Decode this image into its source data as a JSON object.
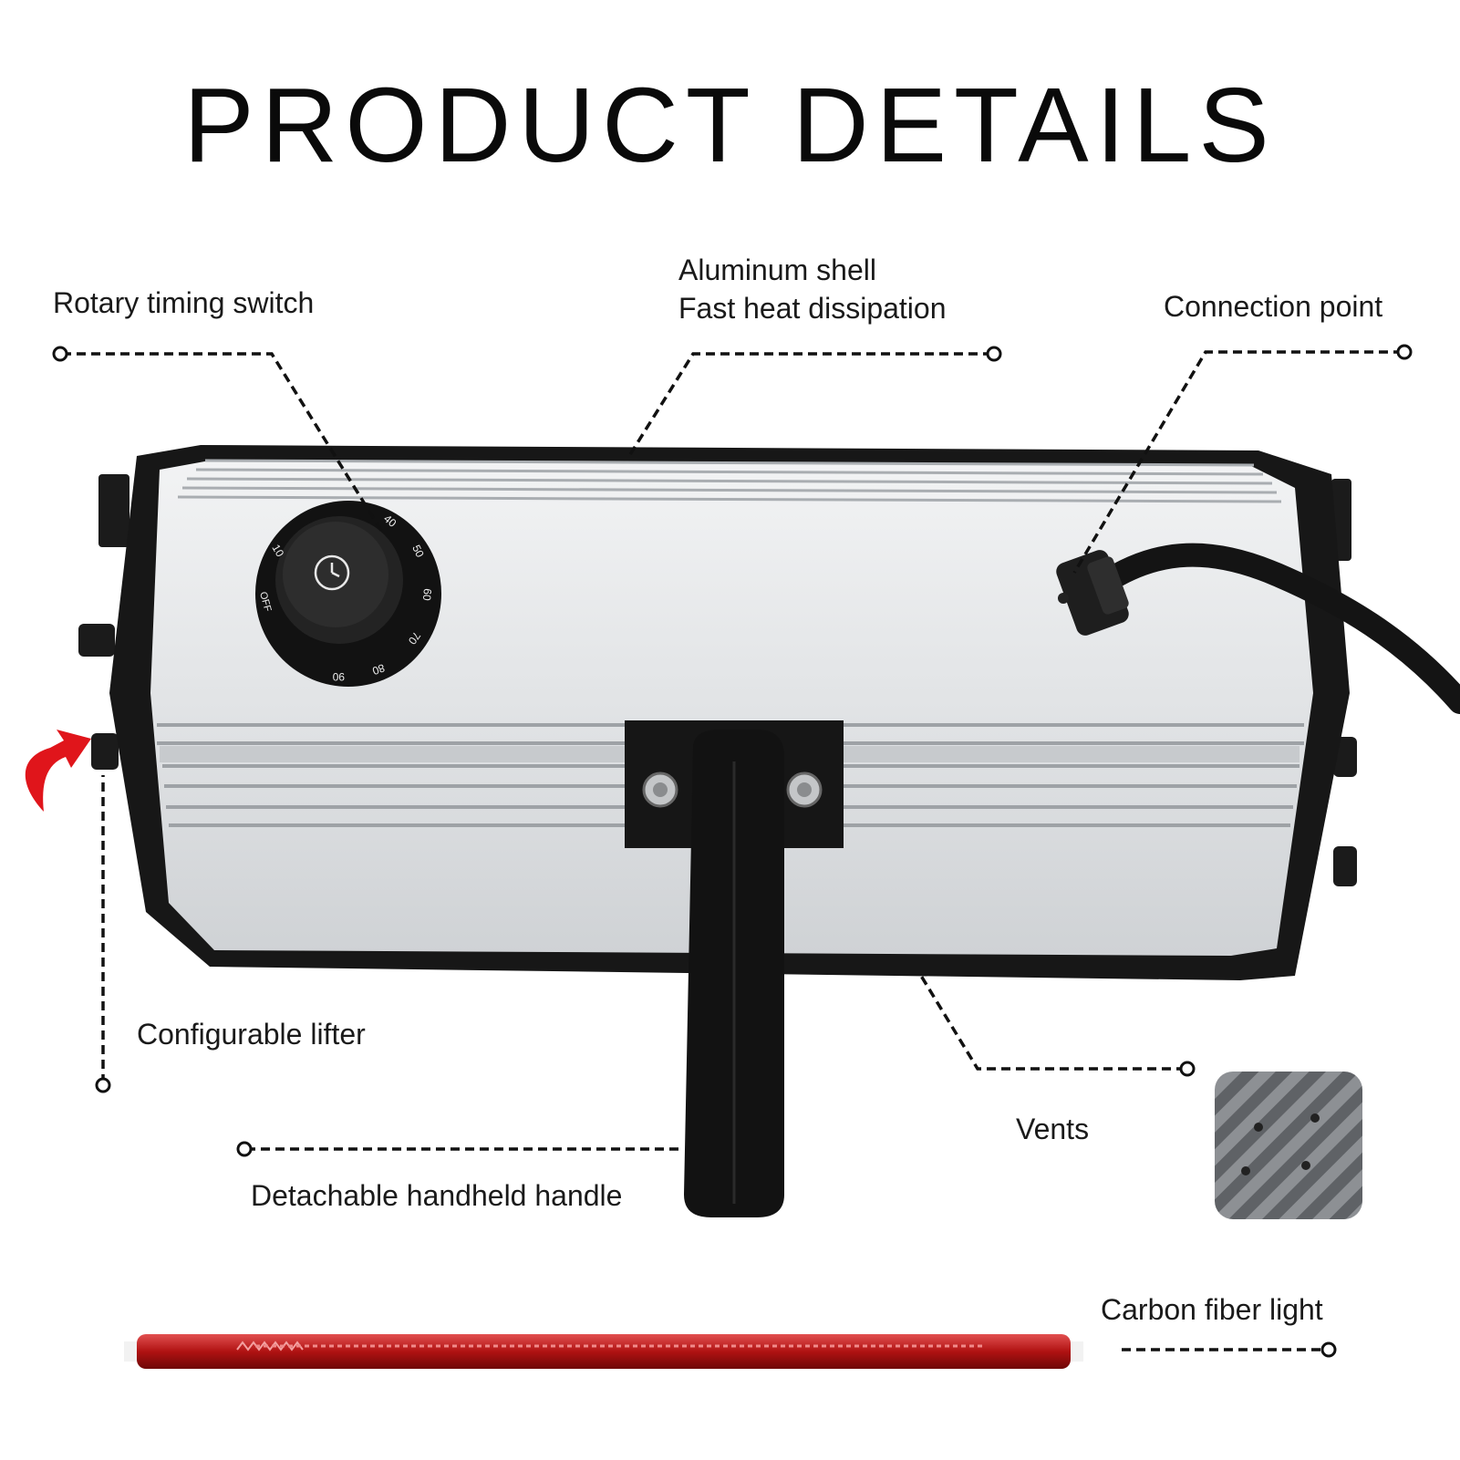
{
  "header": {
    "title": "PRODUCT DETAILS"
  },
  "callouts": {
    "rotary_switch": "Rotary timing switch",
    "aluminum_shell_line1": "Aluminum shell",
    "aluminum_shell_line2": "Fast heat dissipation",
    "connection_point": "Connection point",
    "configurable_lifter": "Configurable lifter",
    "detachable_handle": "Detachable handheld handle",
    "vents": "Vents",
    "carbon_fiber_light": "Carbon fiber light"
  },
  "dial": {
    "marks": [
      "OFF",
      "10",
      "40",
      "50",
      "60",
      "70",
      "80",
      "90"
    ]
  },
  "colors": {
    "shell": "#d9dbdd",
    "frame": "#1a1a1a",
    "arrow": "#e0151b",
    "lamp": "#c11a1a"
  },
  "icons": [
    "clock-icon",
    "curved-arrow-icon"
  ]
}
